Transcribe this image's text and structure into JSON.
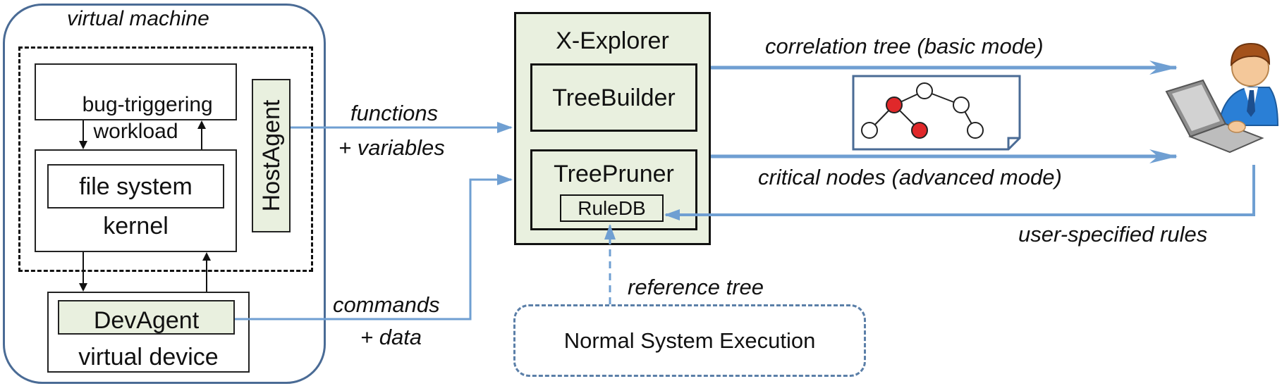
{
  "vm": {
    "title": "virtual machine",
    "workload_label": "bug-triggering\nworkload",
    "fs_label": "file system",
    "kernel_label": "kernel",
    "hostagent_label": "HostAgent",
    "devagent_label": "DevAgent",
    "virtual_device_label": "virtual device"
  },
  "explorer": {
    "title": "X-Explorer",
    "treebuilder_label": "TreeBuilder",
    "treepruner_label": "TreePruner",
    "ruledb_label": "RuleDB"
  },
  "edges": {
    "functions_label": "functions",
    "variables_label": "+ variables",
    "commands_label": "commands",
    "data_label": "+ data",
    "correlation_label": "correlation tree (basic mode)",
    "critical_label": "critical nodes (advanced mode)",
    "rules_label": "user-specified rules",
    "reference_label": "reference tree"
  },
  "normal_exec": {
    "label": "Normal System Execution"
  },
  "user": {
    "icon": "user-laptop-icon"
  },
  "colors": {
    "vm_border": "#4a6b95",
    "green_fill": "#e9f0df",
    "arrow_blue": "#6f9fd2",
    "dashed_blue": "#5b7fa8",
    "node_red": "#e0282a"
  }
}
